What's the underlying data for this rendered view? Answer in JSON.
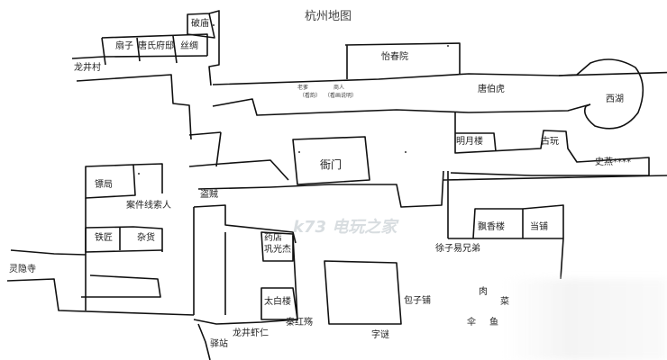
{
  "title": "杭州地图",
  "watermark": "k73 电玩之家",
  "locations": {
    "pomiao": "破庙",
    "shanzi": "扇子",
    "tangshi": "唐氏府邸",
    "sichou": "丝绸",
    "longjingcun": "龙井村",
    "yichunyuan": "怡春院",
    "laoye": "老爹",
    "laoye_note": "（看韵）",
    "shangren": "商人",
    "shangren_note": "（看画说明）",
    "tangbohu": "唐伯虎",
    "xihu": "西湖",
    "mingyuelou": "明月楼",
    "guwan": "古玩",
    "shiyan": "史燕****",
    "yamen": "衙门",
    "biaoju": "镖局",
    "anjian": "案件线索人",
    "daozei": "盗贼",
    "tiejiang": "铁匠",
    "zahuo": "杂货",
    "lingyinsi": "灵隐寺",
    "yaodian": "药店",
    "gongguangjie": "巩光杰",
    "taibailou": "太白楼",
    "qinhongmian": "秦红殇",
    "longjingxiaren": "龙井虾仁",
    "yizhan": "驿站",
    "piaoxianglou": "飘香楼",
    "dangpu": "当铺",
    "xuziyi": "徐子易兄弟",
    "baozipu": "包子铺",
    "zimi": "字谜",
    "rou": "肉",
    "cai": "菜",
    "san": "伞",
    "yu": "鱼"
  }
}
